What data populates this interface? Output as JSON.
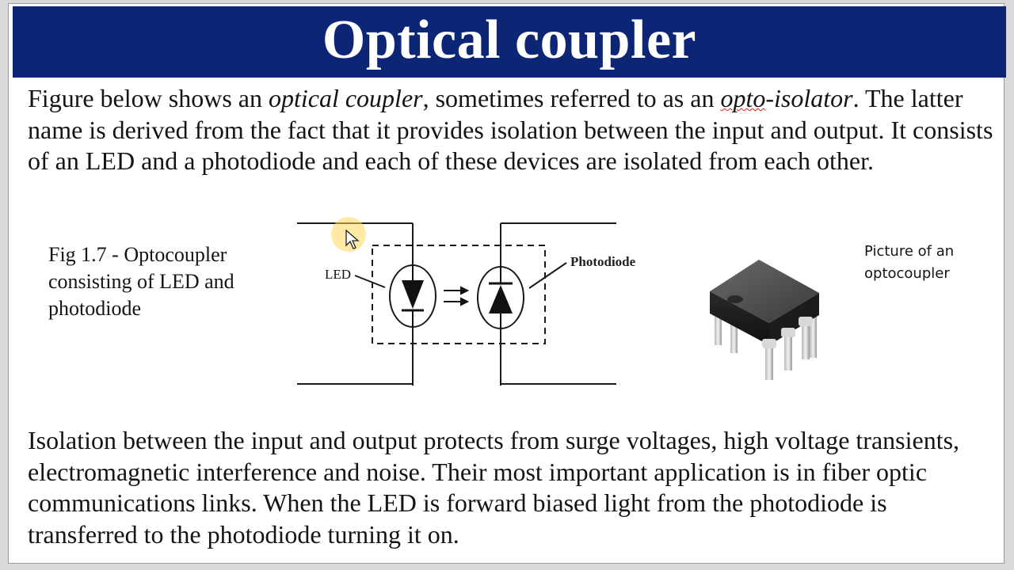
{
  "slide": {
    "title": "Optical coupler",
    "intro_paragraph": {
      "line1_a": "Figure below shows an ",
      "line1_italic1": "optical coupler",
      "line1_b": ", sometimes referred to as an ",
      "line1_italic2_squiggle": "opto",
      "line1_italic2_rest": "-isolator",
      "line1_c": ".",
      "rest": "The latter name is derived from the fact that it provides isolation between the input and output. It consists of an LED and a photodiode and each of these devices are isolated from each other."
    },
    "figure_caption": "Fig 1.7 - Optocoupler consisting of LED and photodiode",
    "diagram_labels": {
      "led": "LED",
      "photodiode": "Photodiode"
    },
    "picture_caption": "Picture of an optocoupler",
    "closing_paragraph": "Isolation between the input and output protects from surge voltages, high voltage transients, electromagnetic interference and noise. Their most important application is in fiber optic communications links. When the LED is forward biased light from the photodiode is transferred to the photodiode turning it on."
  },
  "colors": {
    "title_bar": "#0c2675",
    "title_text": "#ffffff",
    "body_text": "#141414",
    "spellcheck_underline": "#d32020",
    "cursor_highlight": "#ffd75a"
  },
  "icons": {
    "cursor": "arrow-cursor-icon",
    "chip": "dip-optocoupler-chip"
  }
}
